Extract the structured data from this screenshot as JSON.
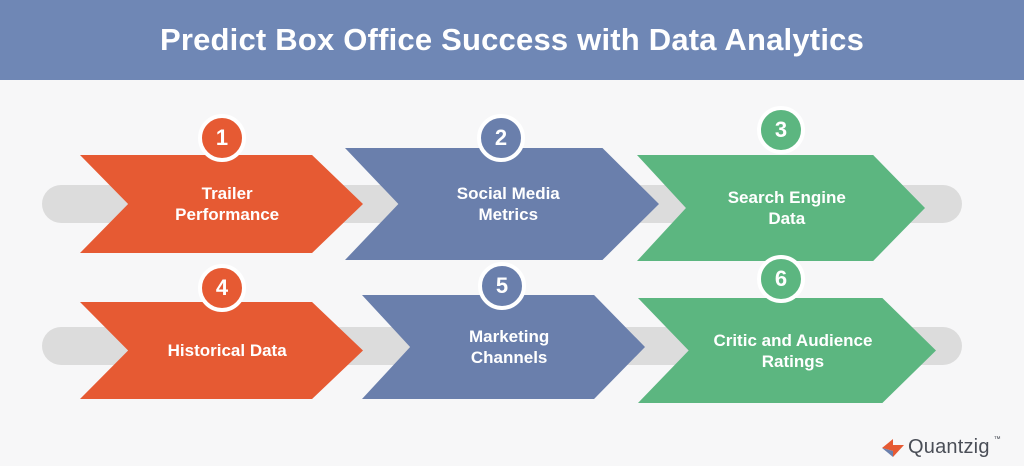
{
  "title": "Predict Box Office Success with Data Analytics",
  "steps": [
    {
      "number": "1",
      "label": "Trailer\nPerformance",
      "color": "#e65a33"
    },
    {
      "number": "2",
      "label": "Social Media\nMetrics",
      "color": "#6a7fac"
    },
    {
      "number": "3",
      "label": "Search Engine\nData",
      "color": "#5cb680"
    },
    {
      "number": "4",
      "label": "Historical Data",
      "color": "#e65a33"
    },
    {
      "number": "5",
      "label": "Marketing\nChannels",
      "color": "#6a7fac"
    },
    {
      "number": "6",
      "label": "Critic and Audience\nRatings",
      "color": "#5cb680"
    }
  ],
  "logo": {
    "name": "Quantzig",
    "trademark": "™",
    "icon": "quantzig-logo-icon"
  }
}
